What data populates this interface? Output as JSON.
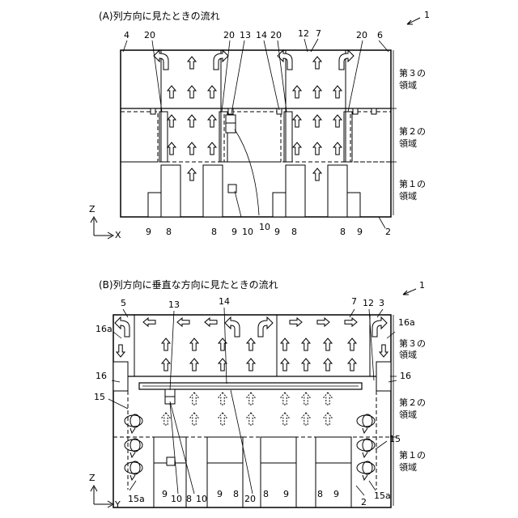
{
  "panel_a": {
    "caption": "(A)列方向に見たときの流れ",
    "ref_main": "1",
    "ref_numbers": {
      "n4": "4",
      "n20a": "20",
      "n20b": "20",
      "n13": "13",
      "n14": "14",
      "n20c": "20",
      "n12": "12",
      "n7": "7",
      "n20d": "20",
      "n6": "6",
      "b9a": "9",
      "b8a": "8",
      "b8b": "8",
      "b9b": "9",
      "b10a": "10",
      "b10b": "10",
      "b9c": "9",
      "b8c": "8",
      "b8d": "8",
      "b9d": "9",
      "b2": "2"
    },
    "regions": [
      {
        "l1": "第３の",
        "l2": "領域"
      },
      {
        "l1": "第２の",
        "l2": "領域"
      },
      {
        "l1": "第１の",
        "l2": "領域"
      }
    ],
    "axis": {
      "vertical": "Z",
      "horizontal": "X"
    }
  },
  "panel_b": {
    "caption": "(B)列方向に垂直な方向に見たときの流れ",
    "ref_main": "1",
    "ref_numbers": {
      "n5": "5",
      "n13": "13",
      "n14": "14",
      "n7": "7",
      "n12": "12",
      "n3": "3",
      "n16a_l": "16a",
      "n16a_r": "16a",
      "n16_l": "16",
      "n16_r": "16",
      "n15_l": "15",
      "n15_r": "15",
      "b15a_l": "15a",
      "b9a": "9",
      "b10a": "10",
      "b8a": "8",
      "b10b": "10",
      "b9b": "9",
      "b8b": "8",
      "b20": "20",
      "b8c": "8",
      "b9c": "9",
      "b8d": "8",
      "b9d": "9",
      "b2": "2",
      "b15a_r": "15a"
    },
    "regions": [
      {
        "l1": "第３の",
        "l2": "領域"
      },
      {
        "l1": "第２の",
        "l2": "領域"
      },
      {
        "l1": "第１の",
        "l2": "領域"
      }
    ],
    "axis": {
      "vertical": "Z",
      "horizontal": "Y"
    }
  }
}
